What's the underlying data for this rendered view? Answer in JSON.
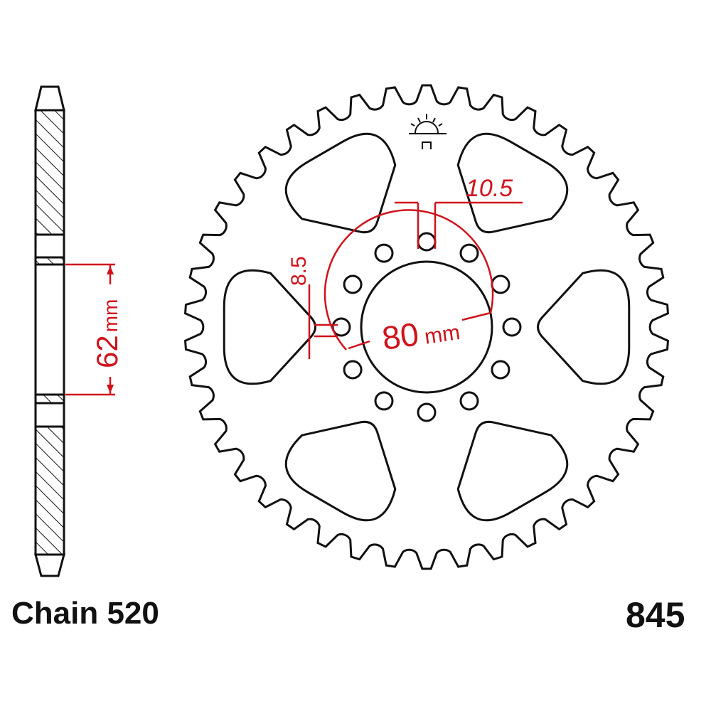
{
  "labels": {
    "chain": "Chain 520",
    "part_number": "845"
  },
  "dimensions": {
    "bore": "62",
    "bore_unit": "mm",
    "pcd": "80",
    "pcd_unit": "mm",
    "bolt_hole": "10.5",
    "hole_offset": "8.5"
  },
  "sprocket": {
    "teeth": 42,
    "bolt_holes": 12,
    "cutouts": 6
  },
  "colors": {
    "line": "#111111",
    "dimension": "#d0121b"
  }
}
